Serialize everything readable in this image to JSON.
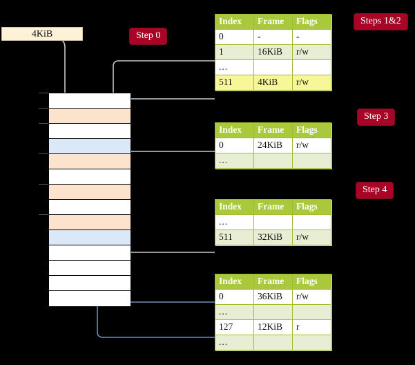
{
  "badges": [
    {
      "name": "steps-1-2",
      "label": "Steps 1&2"
    },
    {
      "name": "step-0",
      "label": "Step 0"
    },
    {
      "name": "step-3",
      "label": "Step 3"
    },
    {
      "name": "step-4",
      "label": "Step 4"
    }
  ],
  "source_box": {
    "label": "4KiB"
  },
  "columns": {
    "index": "Index",
    "frame": "Frame",
    "flags": "Flags"
  },
  "tables": [
    {
      "name": "page-table-level-4",
      "rows": [
        {
          "index": "0",
          "frame": "-",
          "flags": "-",
          "style": "plain"
        },
        {
          "index": "1",
          "frame": "16KiB",
          "flags": "r/w",
          "style": "alt"
        },
        {
          "index": "...",
          "frame": "",
          "flags": "",
          "style": "plain"
        },
        {
          "index": "511",
          "frame": "4KiB",
          "flags": "r/w",
          "style": "highlight"
        }
      ]
    },
    {
      "name": "page-table-level-3",
      "rows": [
        {
          "index": "0",
          "frame": "24KiB",
          "flags": "r/w",
          "style": "plain"
        },
        {
          "index": "...",
          "frame": "",
          "flags": "",
          "style": "alt"
        }
      ]
    },
    {
      "name": "page-table-level-2",
      "rows": [
        {
          "index": "...",
          "frame": "",
          "flags": "",
          "style": "plain"
        },
        {
          "index": "511",
          "frame": "32KiB",
          "flags": "r/w",
          "style": "alt"
        }
      ]
    },
    {
      "name": "page-table-level-1",
      "rows": [
        {
          "index": "0",
          "frame": "36KiB",
          "flags": "r/w",
          "style": "plain"
        },
        {
          "index": "...",
          "frame": "",
          "flags": "",
          "style": "alt"
        },
        {
          "index": "127",
          "frame": "12KiB",
          "flags": "r",
          "style": "plain"
        },
        {
          "index": "...",
          "frame": "",
          "flags": "",
          "style": "alt"
        }
      ]
    }
  ],
  "memory_rows": [
    {
      "fill": "white"
    },
    {
      "fill": "orange"
    },
    {
      "fill": "white"
    },
    {
      "fill": "blue"
    },
    {
      "fill": "orange"
    },
    {
      "fill": "white"
    },
    {
      "fill": "orange"
    },
    {
      "fill": "white"
    },
    {
      "fill": "orange"
    },
    {
      "fill": "blue"
    },
    {
      "fill": "white"
    },
    {
      "fill": "white"
    },
    {
      "fill": "white"
    },
    {
      "fill": "white"
    }
  ],
  "colors": {
    "badge_bg": "#a90326",
    "header_bg": "#aac83c",
    "alt_row_bg": "#e8eed4",
    "highlight_bg": "#f7f79a",
    "source_bg": "#fdf1d7",
    "mem_orange": "#fce3ce",
    "mem_blue": "#dbe8f7",
    "wire_gray": "#c9c9c9",
    "wire_blue": "#6f8fbe",
    "background": "#000000"
  }
}
